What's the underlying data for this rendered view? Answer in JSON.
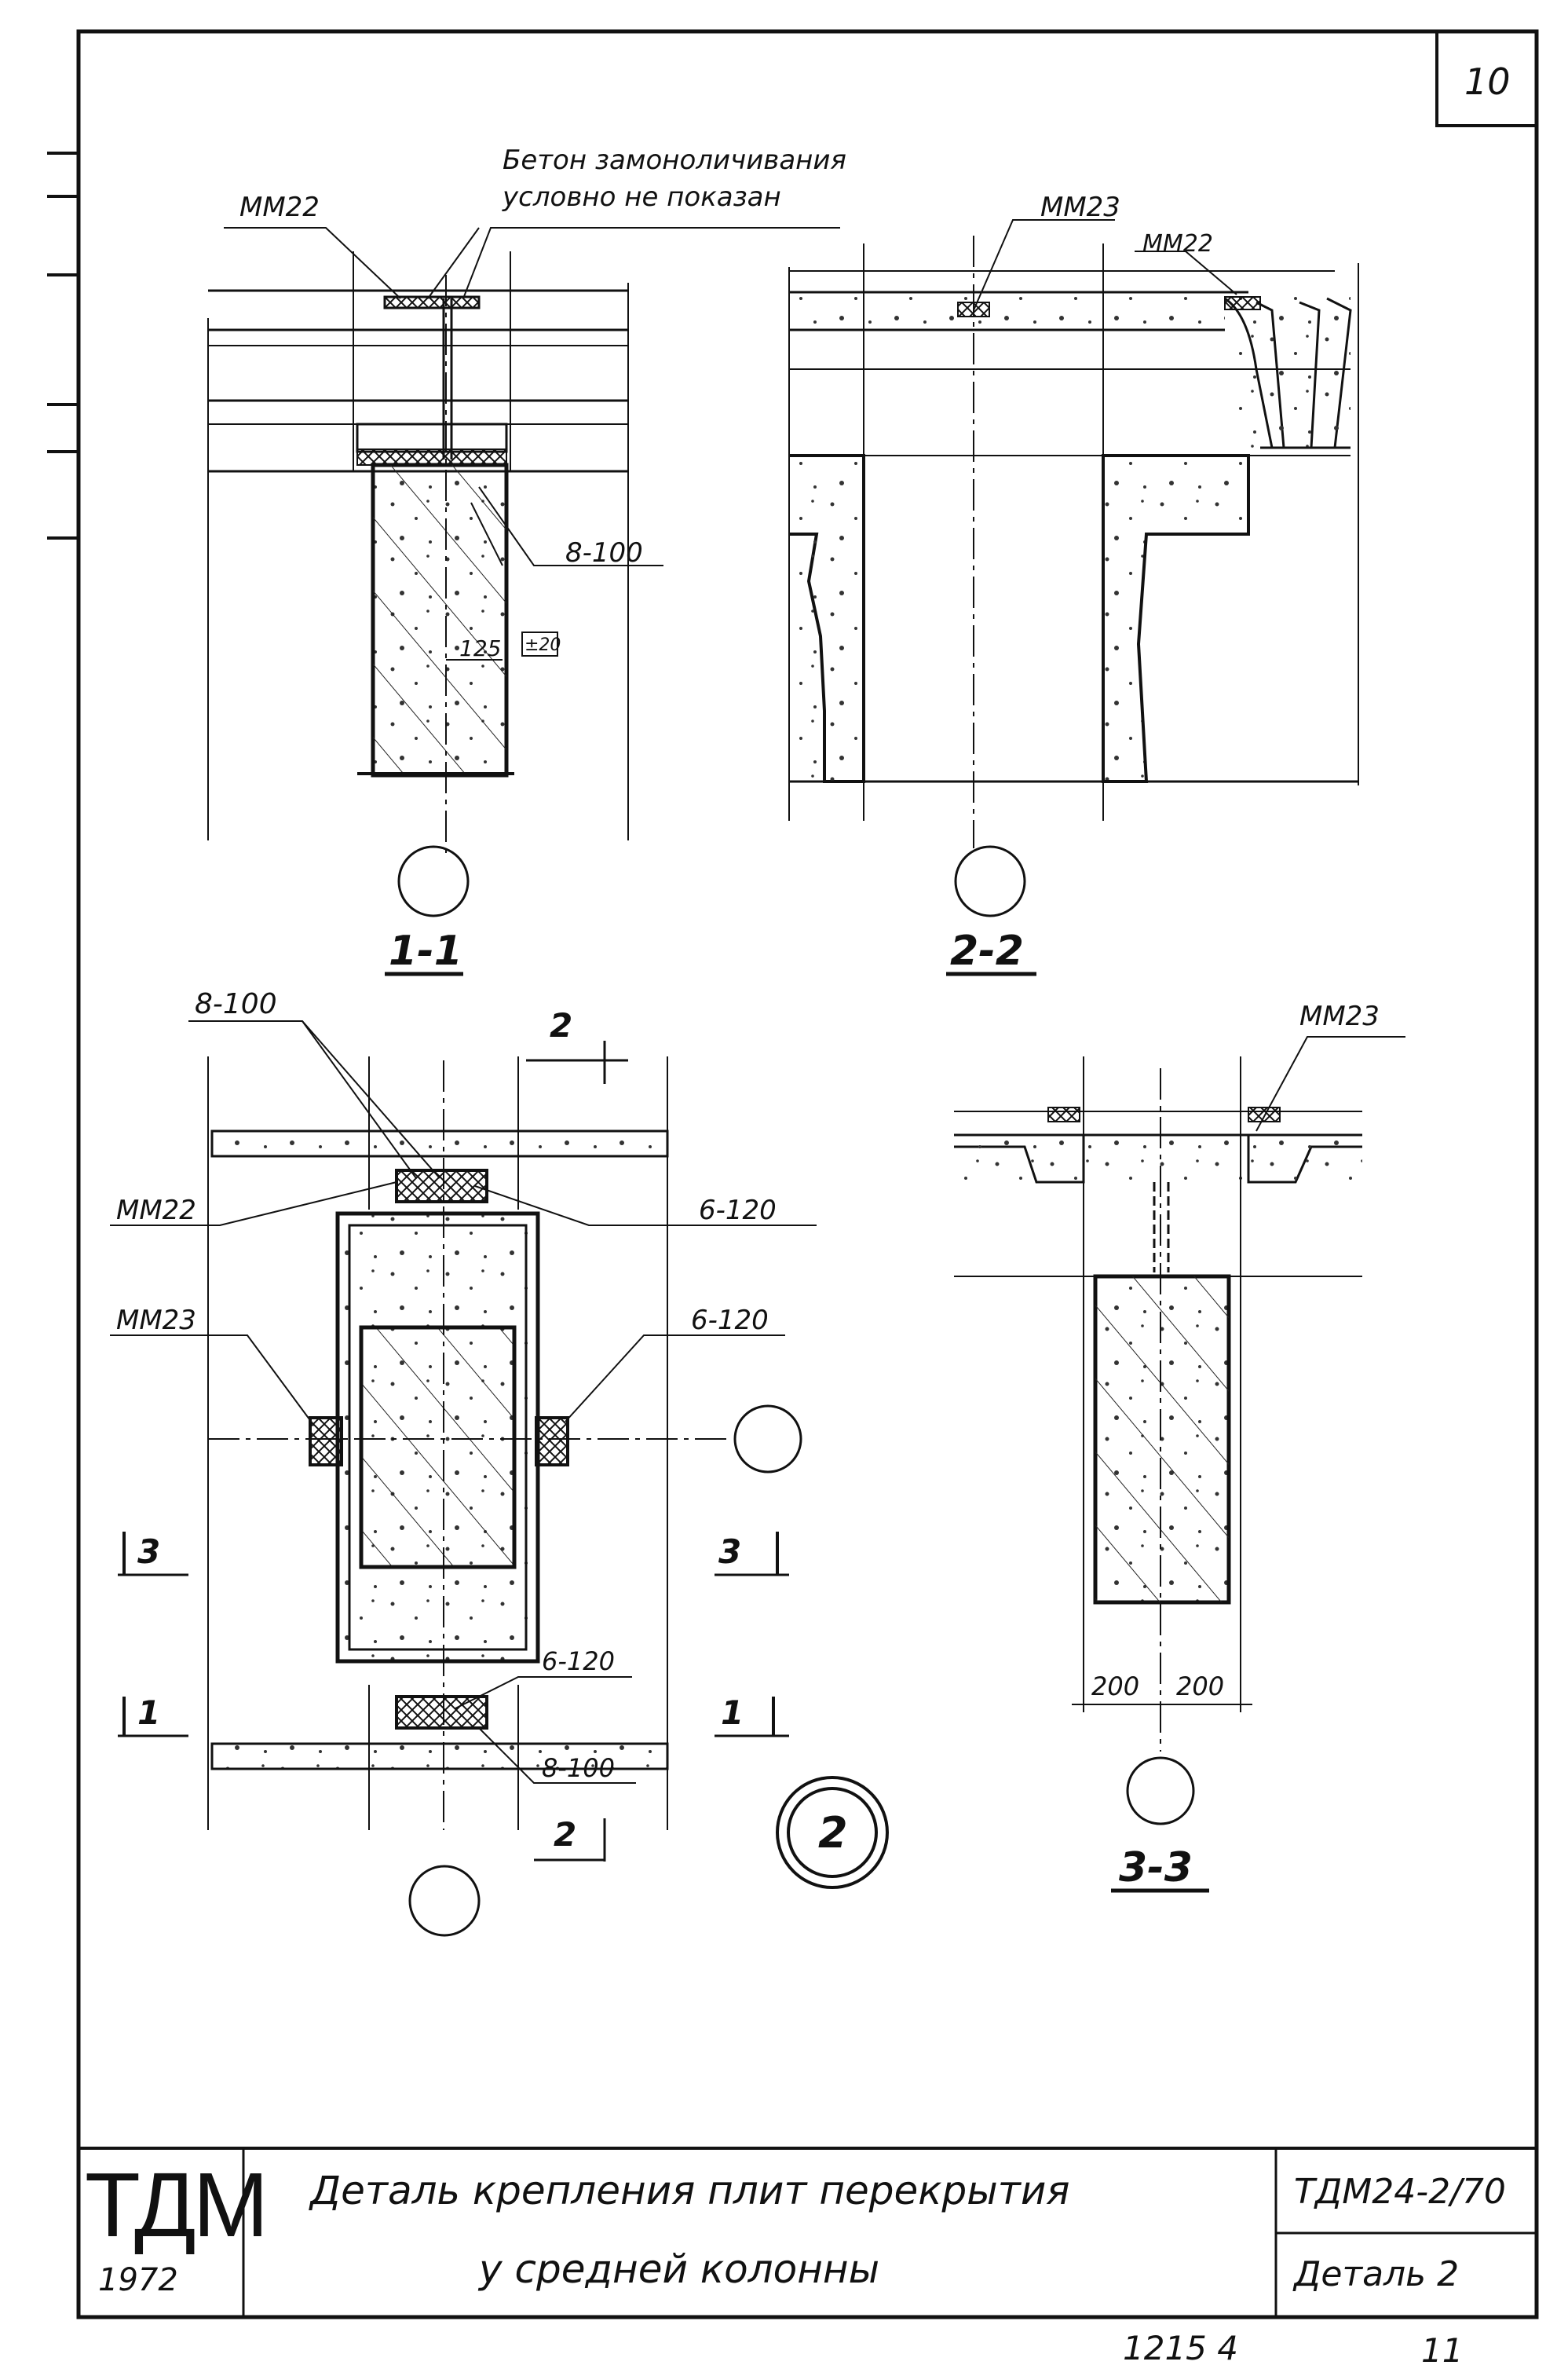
{
  "sheet_number": "10",
  "note": {
    "line1": "Бетон замоноличивания",
    "line2": "условно не показан"
  },
  "marks": {
    "mm22_a": "ММ22",
    "mm23_a": "ММ23",
    "mm22_b": "ММ22",
    "mm22_c": "ММ22",
    "mm23_b": "ММ23",
    "mm23_c": "ММ23",
    "r8_100_a": "8-100",
    "r8_100_b": "8-100",
    "r8_100_c": "8-100",
    "r6_120_a": "6-120",
    "r6_120_b": "6-120",
    "r6_120_c": "6-120",
    "dim_125": "125",
    "dim_plus20": "±20",
    "dim_200_a": "200",
    "dim_200_b": "200"
  },
  "sections": {
    "s11": "1-1",
    "s22": "2-2",
    "s33": "3-3"
  },
  "cut_labels": {
    "c2_top": "2",
    "c2_bottom": "2",
    "c3_left": "3",
    "c3_right": "3",
    "c1_left": "1",
    "c1_right": "1"
  },
  "detail_marker": "2",
  "title_block": {
    "logo": "ТДМ",
    "year": "1972",
    "title_line1": "Деталь крепления плит перекрытия",
    "title_line2": "у средней колонны",
    "code": "ТДМ24-2/70",
    "detail": "Деталь 2"
  },
  "footer": {
    "number": "1215 4",
    "letter": "11"
  }
}
